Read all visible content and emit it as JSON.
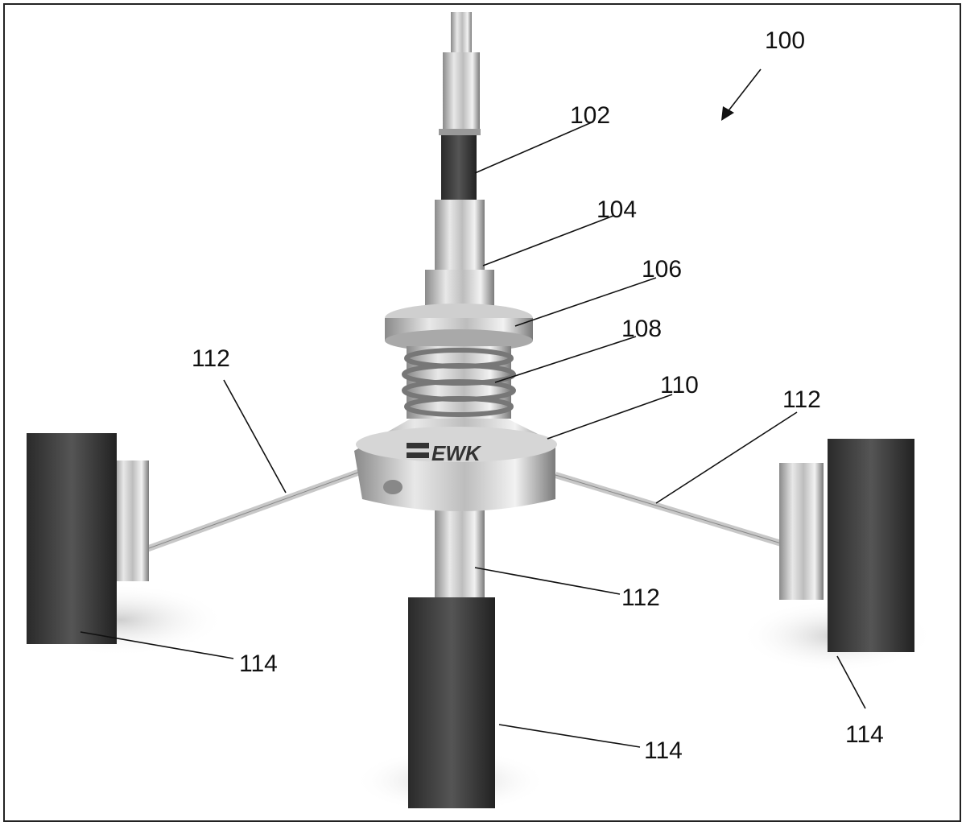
{
  "figure": {
    "device_logo": "EWK",
    "labels": {
      "assembly": "100",
      "cable": "102",
      "connector": "104",
      "nut": "106",
      "spring": "108",
      "hub": "110",
      "rod_left": "112",
      "rod_right": "112",
      "rod_center": "112",
      "block_left": "114",
      "block_center": "114",
      "block_right": "114"
    }
  }
}
